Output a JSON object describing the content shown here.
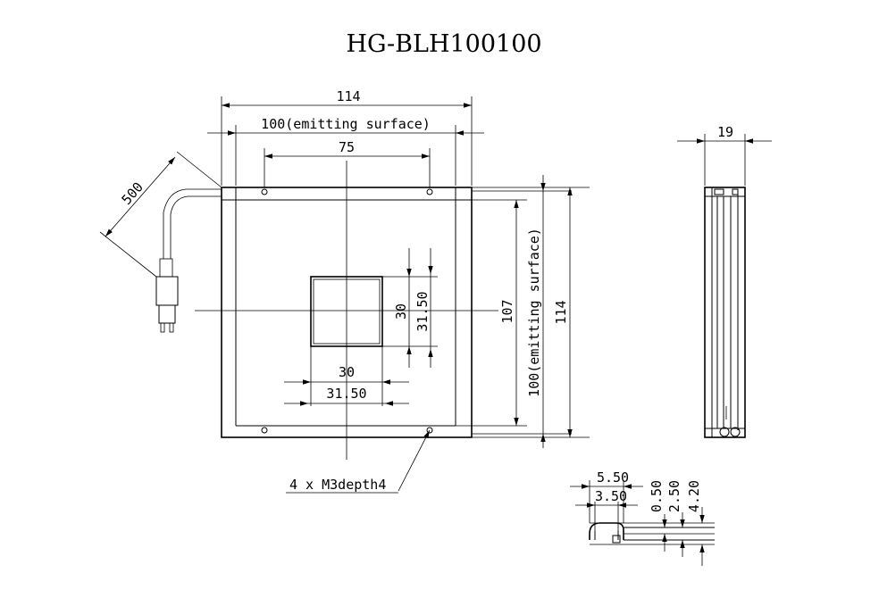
{
  "title": "HG-BLH100100",
  "dims": {
    "top_width": "114",
    "emitting_width": "100(emitting surface)",
    "hole_pitch": "75",
    "cable_length": "500",
    "side_height_107": "107",
    "side_emitting": "100(emitting surface)",
    "side_height_114": "114",
    "window_h_30": "30",
    "window_h_3150": "31.50",
    "window_w_30": "30",
    "window_w_3150": "31.50",
    "thickness": "19",
    "holes": "4 x M3depth4",
    "det_550": "5.50",
    "det_350": "3.50",
    "det_050": "0.50",
    "det_250": "2.50",
    "det_420": "4.20"
  }
}
